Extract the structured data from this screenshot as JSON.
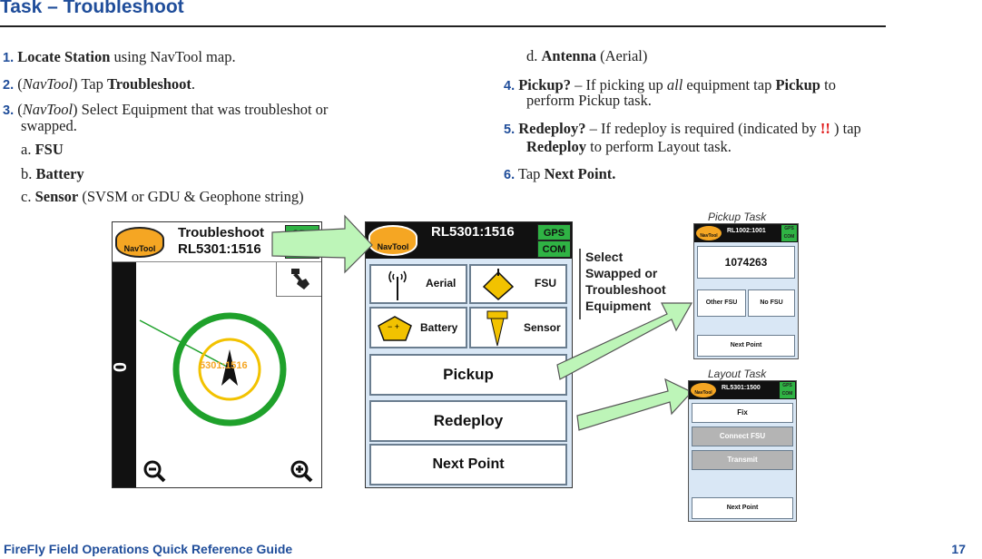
{
  "header": {
    "title": "Task – Troubleshoot"
  },
  "left_steps": {
    "s1": {
      "num": "1.",
      "bold": "Locate Station",
      "rest": " using NavTool map."
    },
    "s2": {
      "num": "2.",
      "paren_open": "(",
      "italic": "NavTool",
      "paren_close": ") Tap ",
      "bold": "Troubleshoot",
      "end": "."
    },
    "s3": {
      "num": "3.",
      "paren_open": "(",
      "italic": "NavTool",
      "rest_line1": ") Select Equipment that was troubleshot or",
      "rest_line2": "swapped."
    },
    "sa": {
      "letter": "a.",
      "bold": "FSU"
    },
    "sb": {
      "letter": "b.",
      "bold": "Battery"
    },
    "sc": {
      "letter": "c.",
      "bold": "Sensor",
      "rest": " (SVSM or GDU & Geophone string)"
    }
  },
  "right_steps": {
    "sd": {
      "letter": "d.",
      "bold": "Antenna",
      "rest": " (Aerial)"
    },
    "s4": {
      "num": "4.",
      "bold": "Pickup?",
      "rest1": " – If picking up ",
      "italic": "all",
      "rest2": " equipment tap ",
      "bold2": "Pickup",
      "rest3": " to",
      "line2": "perform Pickup task."
    },
    "s5": {
      "num": "5.",
      "bold": "Redeploy?",
      "rest1": " – If redeploy is required (indicated by ",
      "red": "!!",
      "rest2": " ) tap",
      "bold2": "Redeploy",
      "line2": " to perform Layout task."
    },
    "s6": {
      "num": "6.",
      "rest": "Tap ",
      "bold": "Next Point."
    }
  },
  "screen_map": {
    "logo": "NavTool",
    "title1": "Troubleshoot",
    "title2": "RL5301:1516",
    "gps": "GPS",
    "com": "COM",
    "scale": "0",
    "station_label": "5301:1516"
  },
  "screen_equip": {
    "logo": "NavTool",
    "title": "RL5301:1516",
    "gps": "GPS",
    "com": "COM",
    "aerial": "Aerial",
    "fsu": "FSU",
    "battery": "Battery",
    "sensor": "Sensor",
    "pickup": "Pickup",
    "redeploy": "Redeploy",
    "next_point": "Next Point"
  },
  "callout": {
    "line1": "Select",
    "line2": "Swapped or",
    "line3": "Troubleshoot",
    "line4": "Equipment"
  },
  "pickup_task": {
    "caption": "Pickup Task",
    "logo": "NavTool",
    "title": "RL1002:1001",
    "gps": "GPS",
    "com": "COM",
    "serial": "1074263",
    "other_fsu": "Other FSU",
    "no_fsu": "No FSU",
    "next_point": "Next Point"
  },
  "layout_task": {
    "caption": "Layout Task",
    "logo": "NavTool",
    "title": "RL5301:1500",
    "gps": "GPS",
    "com": "COM",
    "fix": "Fix",
    "connect_fsu": "Connect FSU",
    "transmit": "Transmit",
    "next_point": "Next Point"
  },
  "footer": {
    "guide": "FireFly Field Operations Quick Reference Guide",
    "page": "17"
  },
  "colors": {
    "heading_blue": "#1f4d9a",
    "gps_green": "#2fb344",
    "arrow_fill": "#bdf5b8",
    "map_ring_green": "#1fa12b",
    "map_ring_yellow": "#f2c200",
    "bang_red": "#e01919"
  }
}
